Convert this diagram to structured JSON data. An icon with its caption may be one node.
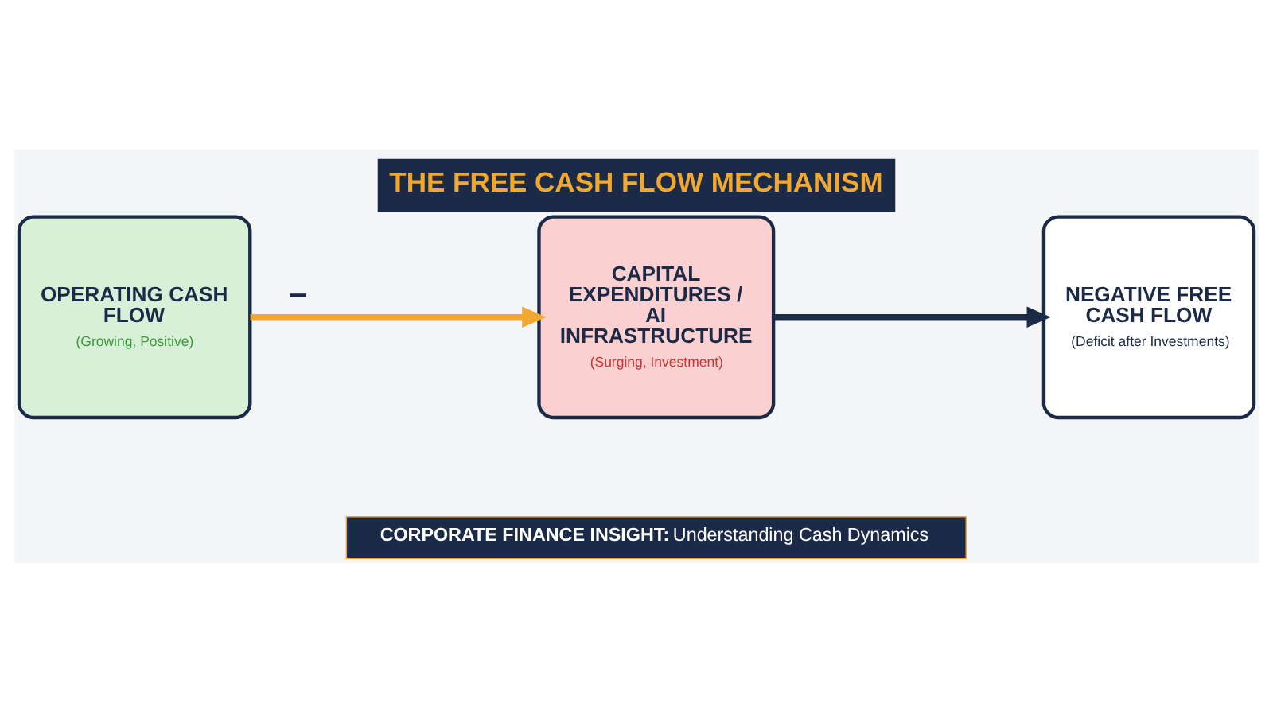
{
  "diagram": {
    "title": "THE FREE CASH FLOW MECHANISM",
    "caption": "**CORPORATE FINANCE INSIGHT:** Understanding Cash Dynamics",
    "nodes": [
      {
        "text": [
          "OPERATING CASH FLOW",
          "(Growing, Positive)"
        ]
      },
      {
        "text": [
          "CAPITAL EXPENDITURES / AI INFRASTRUCTURE",
          "(Surging, Investment)"
        ]
      },
      {
        "text": [
          "NEGATIVE FREE CASH FLOW",
          "(Deficit after Investments)"
        ]
      }
    ],
    "edges": [
      {
        "from": 0,
        "to": 1,
        "arrow": "to",
        "label": "−",
        "color": "#f0a830"
      },
      {
        "from": 1,
        "to": 2,
        "arrow": "to",
        "color": "#1b2a47"
      }
    ]
  }
}
